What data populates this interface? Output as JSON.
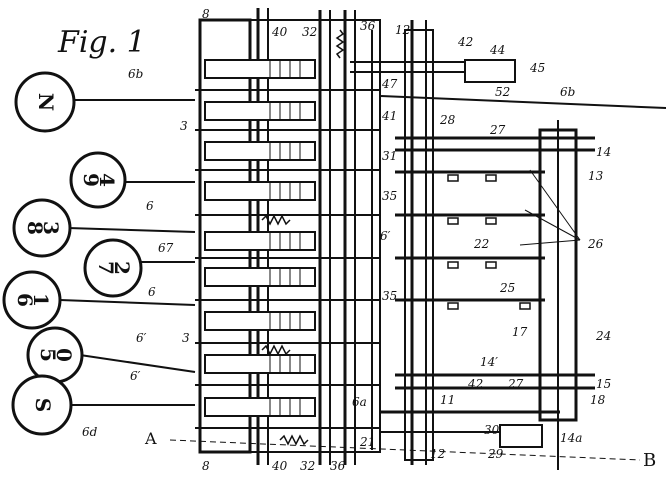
{
  "figure": {
    "title": "Fig. 1",
    "keys": [
      {
        "top": "N",
        "bottom": ""
      },
      {
        "top": "9",
        "bottom": "4"
      },
      {
        "top": "8",
        "bottom": "3"
      },
      {
        "top": "7",
        "bottom": "2"
      },
      {
        "top": "6",
        "bottom": "1"
      },
      {
        "top": "5",
        "bottom": "0"
      },
      {
        "top": "S",
        "bottom": ""
      }
    ],
    "section_marks": {
      "a": "A",
      "b": "B"
    },
    "labels": [
      "8",
      "40",
      "32",
      "36",
      "12",
      "42",
      "44",
      "45",
      "52",
      "6b",
      "47",
      "41",
      "28",
      "27",
      "14",
      "3",
      "31",
      "35",
      "13",
      "6",
      "6",
      "67",
      "6′",
      "6′",
      "26",
      "22",
      "25",
      "24",
      "17",
      "14′",
      "42",
      "27",
      "15",
      "6a",
      "11",
      "18",
      "30",
      "29",
      "14a",
      "6d",
      "8",
      "40",
      "32",
      "36",
      "12",
      "21",
      "6′",
      "3",
      "35",
      "6b"
    ]
  }
}
